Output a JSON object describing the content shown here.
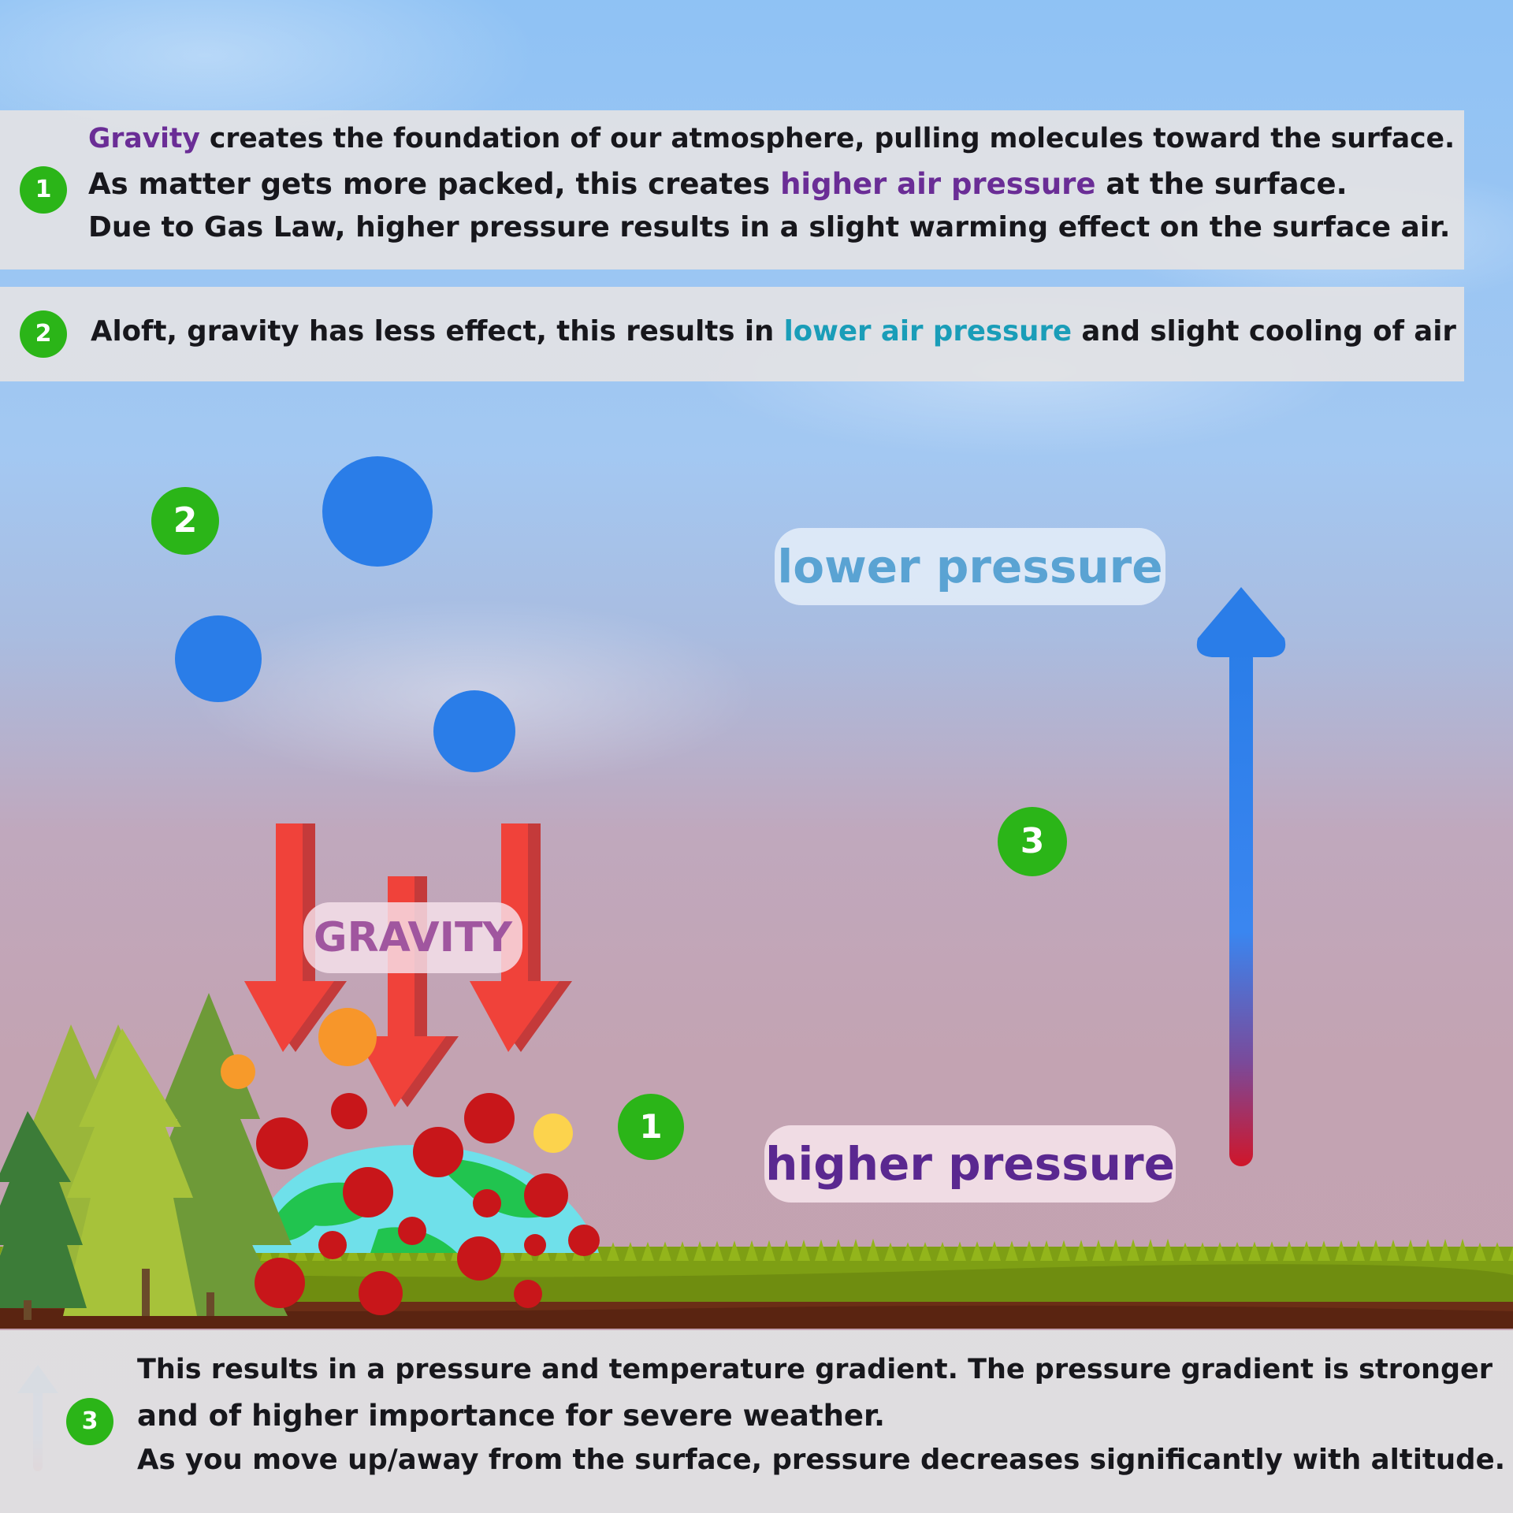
{
  "panel1": {
    "badge": "1",
    "line1": {
      "highlight": "Gravity",
      "rest": " creates the foundation of our atmosphere, pulling molecules toward the surface."
    },
    "line2": {
      "before": "As matter gets more packed, this creates ",
      "highlight": "higher air pressure",
      "after": " at the surface."
    },
    "line3": "Due to Gas Law, higher pressure results in a slight warming effect on the surface air."
  },
  "panel2": {
    "badge": "2",
    "before": "Aloft, gravity has less effect, this results in ",
    "highlight": "lower air pressure",
    "after": " and slight cooling of air"
  },
  "scene": {
    "badge_aloft": "2",
    "badge_gradient": "3",
    "badge_surface": "1",
    "lower_label": "lower pressure",
    "higher_label": "higher pressure",
    "gravity_label": "GRAVITY"
  },
  "panel3": {
    "badge": "3",
    "line1": "This results in a pressure and temperature gradient.  The pressure gradient is stronger",
    "line2": "and of higher importance for severe weather.",
    "line3": "As you move up/away from the surface, pressure decreases significantly with altitude."
  },
  "colors": {
    "badge_green": "#2bb518",
    "cold_molecule": "#2a7de8",
    "hot_molecule": "#c8161a",
    "gravity_arrow": "#f0423a",
    "highlight_purple": "#6a2d96",
    "highlight_teal": "#1a9db8",
    "lower_label_text": "#5aa3d3",
    "higher_label_text": "#5a2890",
    "gravity_label_text": "#a0569f"
  }
}
